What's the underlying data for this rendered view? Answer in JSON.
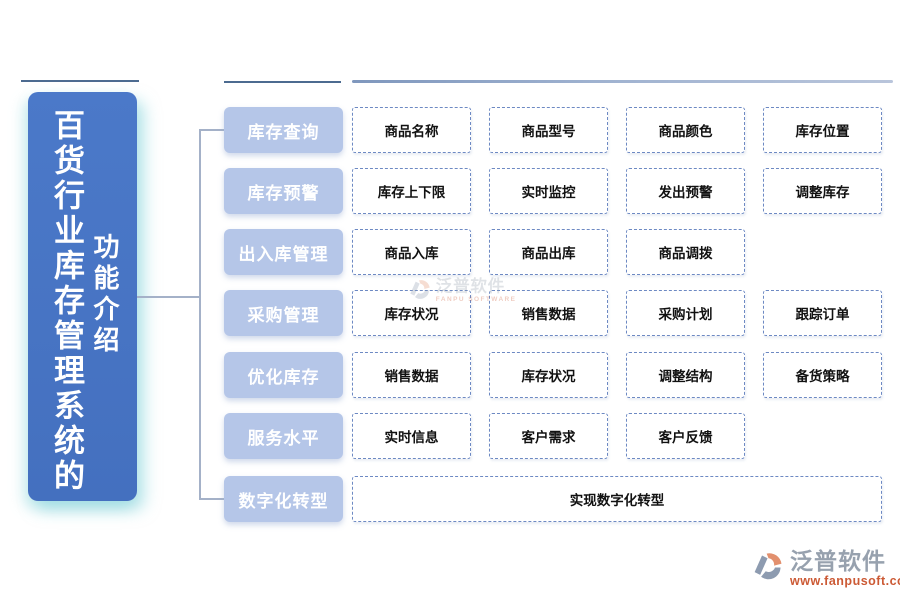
{
  "banner": {
    "title_main": "百货行业库存管理系统的",
    "title_sub": "功能介绍"
  },
  "rows": [
    {
      "category": "库存查询",
      "items": [
        "商品名称",
        "商品型号",
        "商品颜色",
        "库存位置"
      ]
    },
    {
      "category": "库存预警",
      "items": [
        "库存上下限",
        "实时监控",
        "发出预警",
        "调整库存"
      ]
    },
    {
      "category": "出入库管理",
      "items": [
        "商品入库",
        "商品出库",
        "商品调拨"
      ]
    },
    {
      "category": "采购管理",
      "items": [
        "库存状况",
        "销售数据",
        "采购计划",
        "跟踪订单"
      ]
    },
    {
      "category": "优化库存",
      "items": [
        "销售数据",
        "库存状况",
        "调整结构",
        "备货策略"
      ]
    },
    {
      "category": "服务水平",
      "items": [
        "实时信息",
        "客户需求",
        "客户反馈"
      ]
    },
    {
      "category": "数字化转型",
      "items": [
        "实现数字化转型"
      ]
    }
  ],
  "brand": {
    "name": "泛普软件",
    "url": "www.fanpusoft.com",
    "watermark_name": "泛普软件",
    "watermark_sub": "FANPU SOFTWARE"
  },
  "colors": {
    "banner_blue": "#4472c4",
    "category_blue": "#b5c6e8",
    "item_border_blue": "#6d89c3",
    "connector": "#a4b1c8",
    "brand_gray": "#97a1ae",
    "brand_orange": "#cc5a35"
  }
}
